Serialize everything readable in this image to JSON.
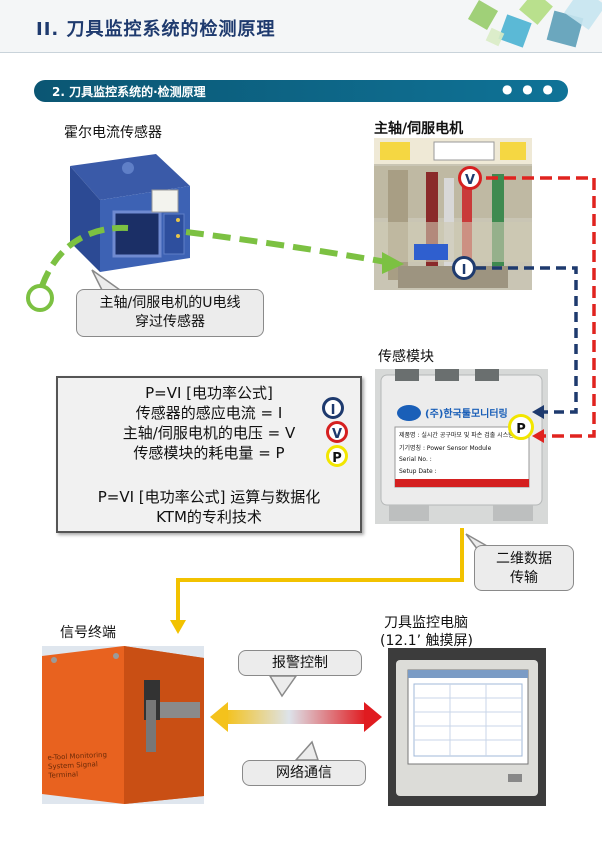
{
  "header": {
    "title": "II.   刀具监控系统的检测原理"
  },
  "section": {
    "title": "2. 刀具监控系统的·检测原理",
    "dots": "● ● ●"
  },
  "labels": {
    "hall_sensor": "霍尔电流传感器",
    "spindle_motor": "主轴/伺服电机",
    "sensor_module": "传感模块",
    "signal_terminal": "信号终端",
    "monitor_pc_line1": "刀具监控电脑",
    "monitor_pc_line2": "(12.1’ 触摸屏)"
  },
  "callouts": {
    "wire_line1": "主轴/伺服电机的U电线",
    "wire_line2": "穿过传感器",
    "data_line1": "二维数据",
    "data_line2": "传输",
    "alarm": "报警控制",
    "network": "网络通信"
  },
  "formula": {
    "line1": "P=VI [电功率公式]",
    "line2": "传感器的感应电流 = I",
    "line3": "主轴/伺服电机的电压 = V",
    "line4": "传感模块的耗电量 = P",
    "line5": "P=VI [电功率公式] 运算与数据化",
    "line6": "KTM的专利技术"
  },
  "badges": {
    "i": "I",
    "v": "V",
    "p": "P"
  },
  "module_plate": {
    "brand": "(주)한국툴모니터링",
    "r1": "제품명 : 실시간 공구마모 및 파손 검출 시스템",
    "r2": "기기명칭 : Power Sensor Module",
    "r3": "Serial No. :",
    "r4": "Setup Date :"
  },
  "terminal_text": "e-Tool Monitoring System Signal Terminal",
  "colors": {
    "header_text": "#1e3a6e",
    "banner": "#0b5673",
    "green_arrow": "#7cc142",
    "red_dash": "#e0231f",
    "navy_dash": "#1e3a6e",
    "yellow_arrow": "#f2c200",
    "orange_box": "#e8621f"
  }
}
